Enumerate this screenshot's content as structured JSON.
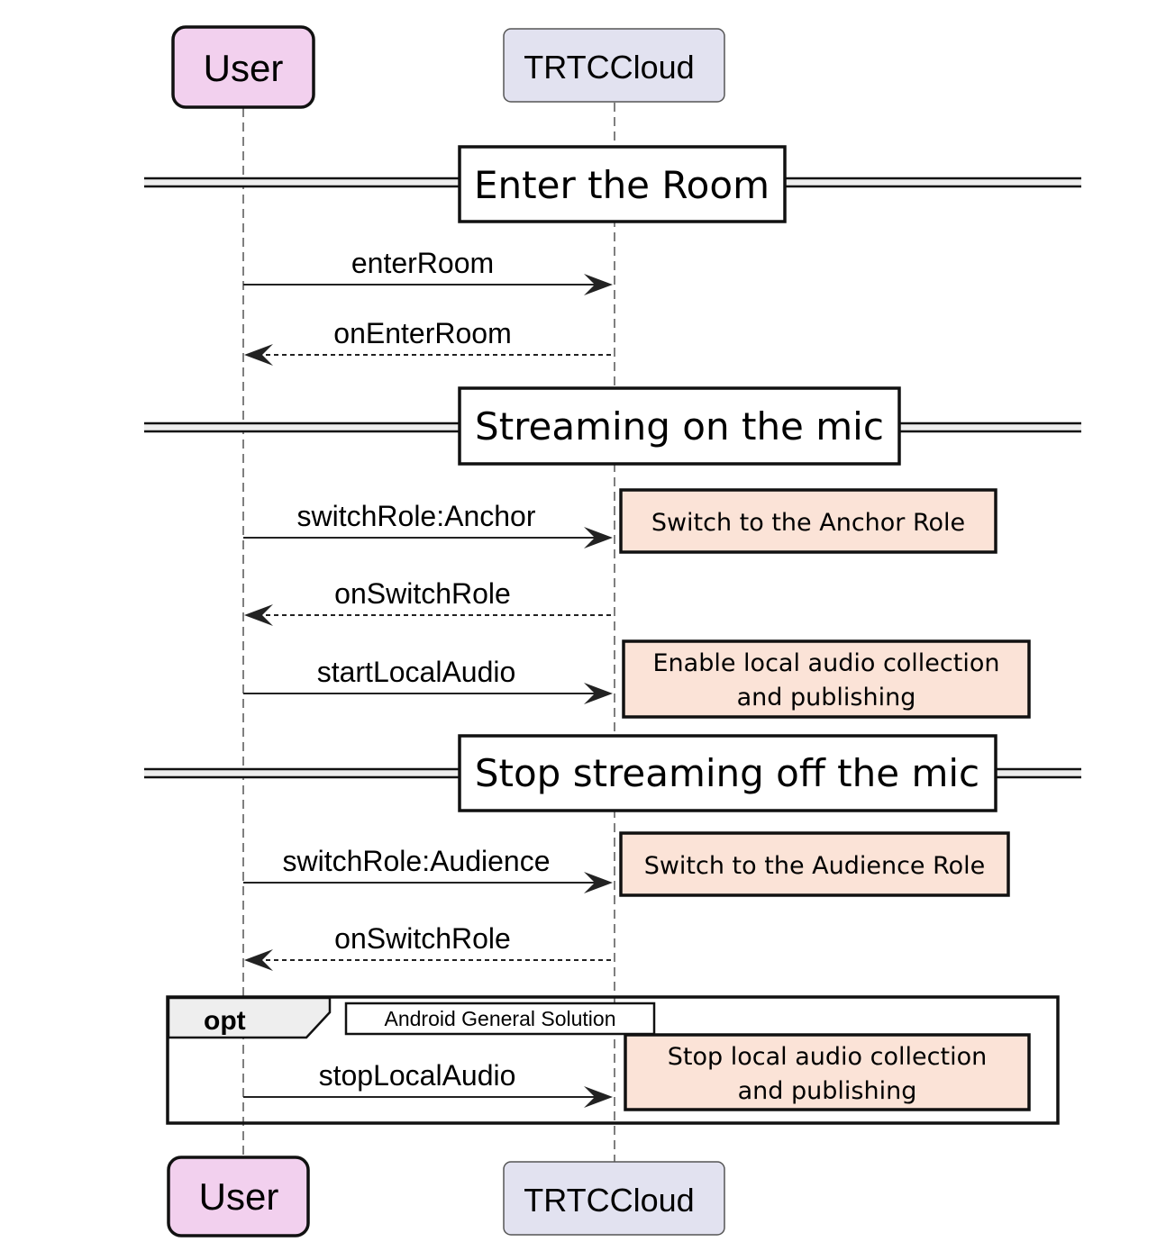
{
  "colors": {
    "user_fill": "#f2d0ee",
    "trtc_fill": "#e2e2f0",
    "note_fill": "#fbe3d7",
    "separator_fill": "#eeeeee",
    "group_tab_fill": "#eeeeee"
  },
  "participants": [
    {
      "id": "user",
      "label": "User"
    },
    {
      "id": "trtc",
      "label": "TRTCCloud"
    }
  ],
  "sections": [
    {
      "label": "Enter the Room"
    },
    {
      "label": "Streaming on the mic"
    },
    {
      "label": "Stop streaming off the mic"
    }
  ],
  "messages": [
    {
      "label": "enterRoom",
      "from": "user",
      "to": "trtc",
      "style": "solid"
    },
    {
      "label": "onEnterRoom",
      "from": "trtc",
      "to": "user",
      "style": "dashed"
    },
    {
      "label": "switchRole:Anchor",
      "from": "user",
      "to": "trtc",
      "style": "solid"
    },
    {
      "label": "onSwitchRole",
      "from": "trtc",
      "to": "user",
      "style": "dashed"
    },
    {
      "label": "startLocalAudio",
      "from": "user",
      "to": "trtc",
      "style": "solid"
    },
    {
      "label": "switchRole:Audience",
      "from": "user",
      "to": "trtc",
      "style": "solid"
    },
    {
      "label": "onSwitchRole",
      "from": "trtc",
      "to": "user",
      "style": "dashed"
    },
    {
      "label": "stopLocalAudio",
      "from": "user",
      "to": "trtc",
      "style": "solid"
    }
  ],
  "notes": [
    {
      "lines": [
        "Switch to the Anchor Role"
      ]
    },
    {
      "lines": [
        "Enable local audio collection",
        "and publishing"
      ]
    },
    {
      "lines": [
        "Switch to the Audience Role"
      ]
    },
    {
      "lines": [
        "Stop local audio collection",
        "and publishing"
      ]
    }
  ],
  "group": {
    "keyword": "opt",
    "condition": "Android General Solution"
  }
}
